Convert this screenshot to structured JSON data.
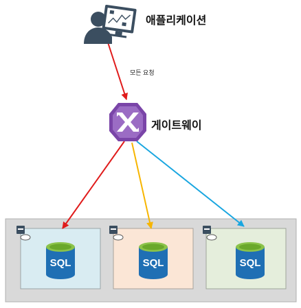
{
  "nodes": {
    "application": {
      "label": "애플리케이션",
      "icon": "user-at-computer-icon"
    },
    "gateway": {
      "label": "게이트웨이",
      "icon": "gateway-icon",
      "color": "#7a45a8"
    }
  },
  "edges": {
    "all_requests": {
      "label": "모든 요청",
      "color": "#e01b1b"
    },
    "to_db1": {
      "color": "#e01b1b"
    },
    "to_db2": {
      "color": "#f7b500"
    },
    "to_db3": {
      "color": "#19a6e0"
    }
  },
  "cluster": {
    "background": "#d9d9d9",
    "border": "#b0b0b0"
  },
  "databases": [
    {
      "label": "SQL",
      "icon": "sql-database-icon",
      "badge": "sql-server-icon",
      "background": "#d9ecf2"
    },
    {
      "label": "SQL",
      "icon": "sql-database-icon",
      "badge": "sql-server-icon",
      "background": "#fbe6d6"
    },
    {
      "label": "SQL",
      "icon": "sql-database-icon",
      "badge": "sql-server-icon",
      "background": "#e5eedc"
    }
  ]
}
